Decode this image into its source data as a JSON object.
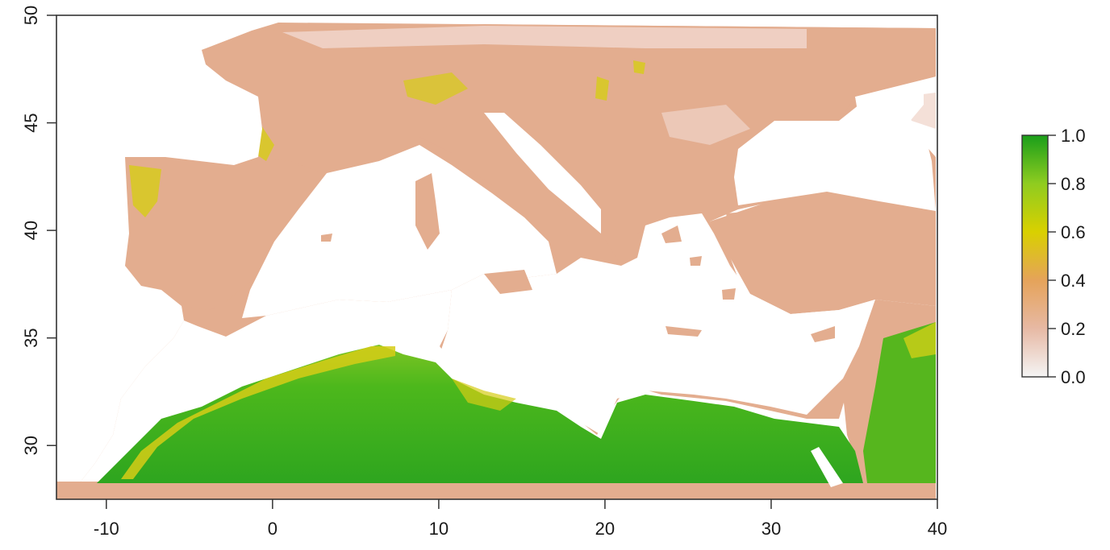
{
  "map": {
    "type": "raster",
    "extent": {
      "lon": [
        -12,
        40
      ],
      "lat": [
        28,
        49.5
      ]
    },
    "x_axis": {
      "lim": [
        -13,
        40
      ],
      "ticks": [
        -10,
        0,
        10,
        20,
        30,
        40
      ],
      "labels": [
        "-10",
        "0",
        "10",
        "20",
        "30",
        "40"
      ]
    },
    "y_axis": {
      "lim": [
        27.5,
        50
      ],
      "ticks": [
        30,
        35,
        40,
        45,
        50
      ],
      "labels": [
        "30",
        "35",
        "40",
        "45",
        "50"
      ]
    },
    "legend": {
      "placement": "right",
      "range": [
        0,
        1
      ],
      "ticks": [
        0,
        0.2,
        0.4,
        0.6,
        0.8,
        1
      ],
      "labels": [
        "0.0",
        "0.2",
        "0.4",
        "0.6",
        "0.8",
        "1.0"
      ],
      "colors": [
        "#f2f2f2",
        "#e7b9a4",
        "#e6a45c",
        "#d8d000",
        "#8fcc20",
        "#1a9e1a"
      ]
    },
    "colors": {
      "low": "#e6b29b",
      "mid": "#e2a45e",
      "yellow": "#d9cf10",
      "high": "#4db81c",
      "peak": "#2ea51f",
      "sea": "#ffffff"
    }
  }
}
